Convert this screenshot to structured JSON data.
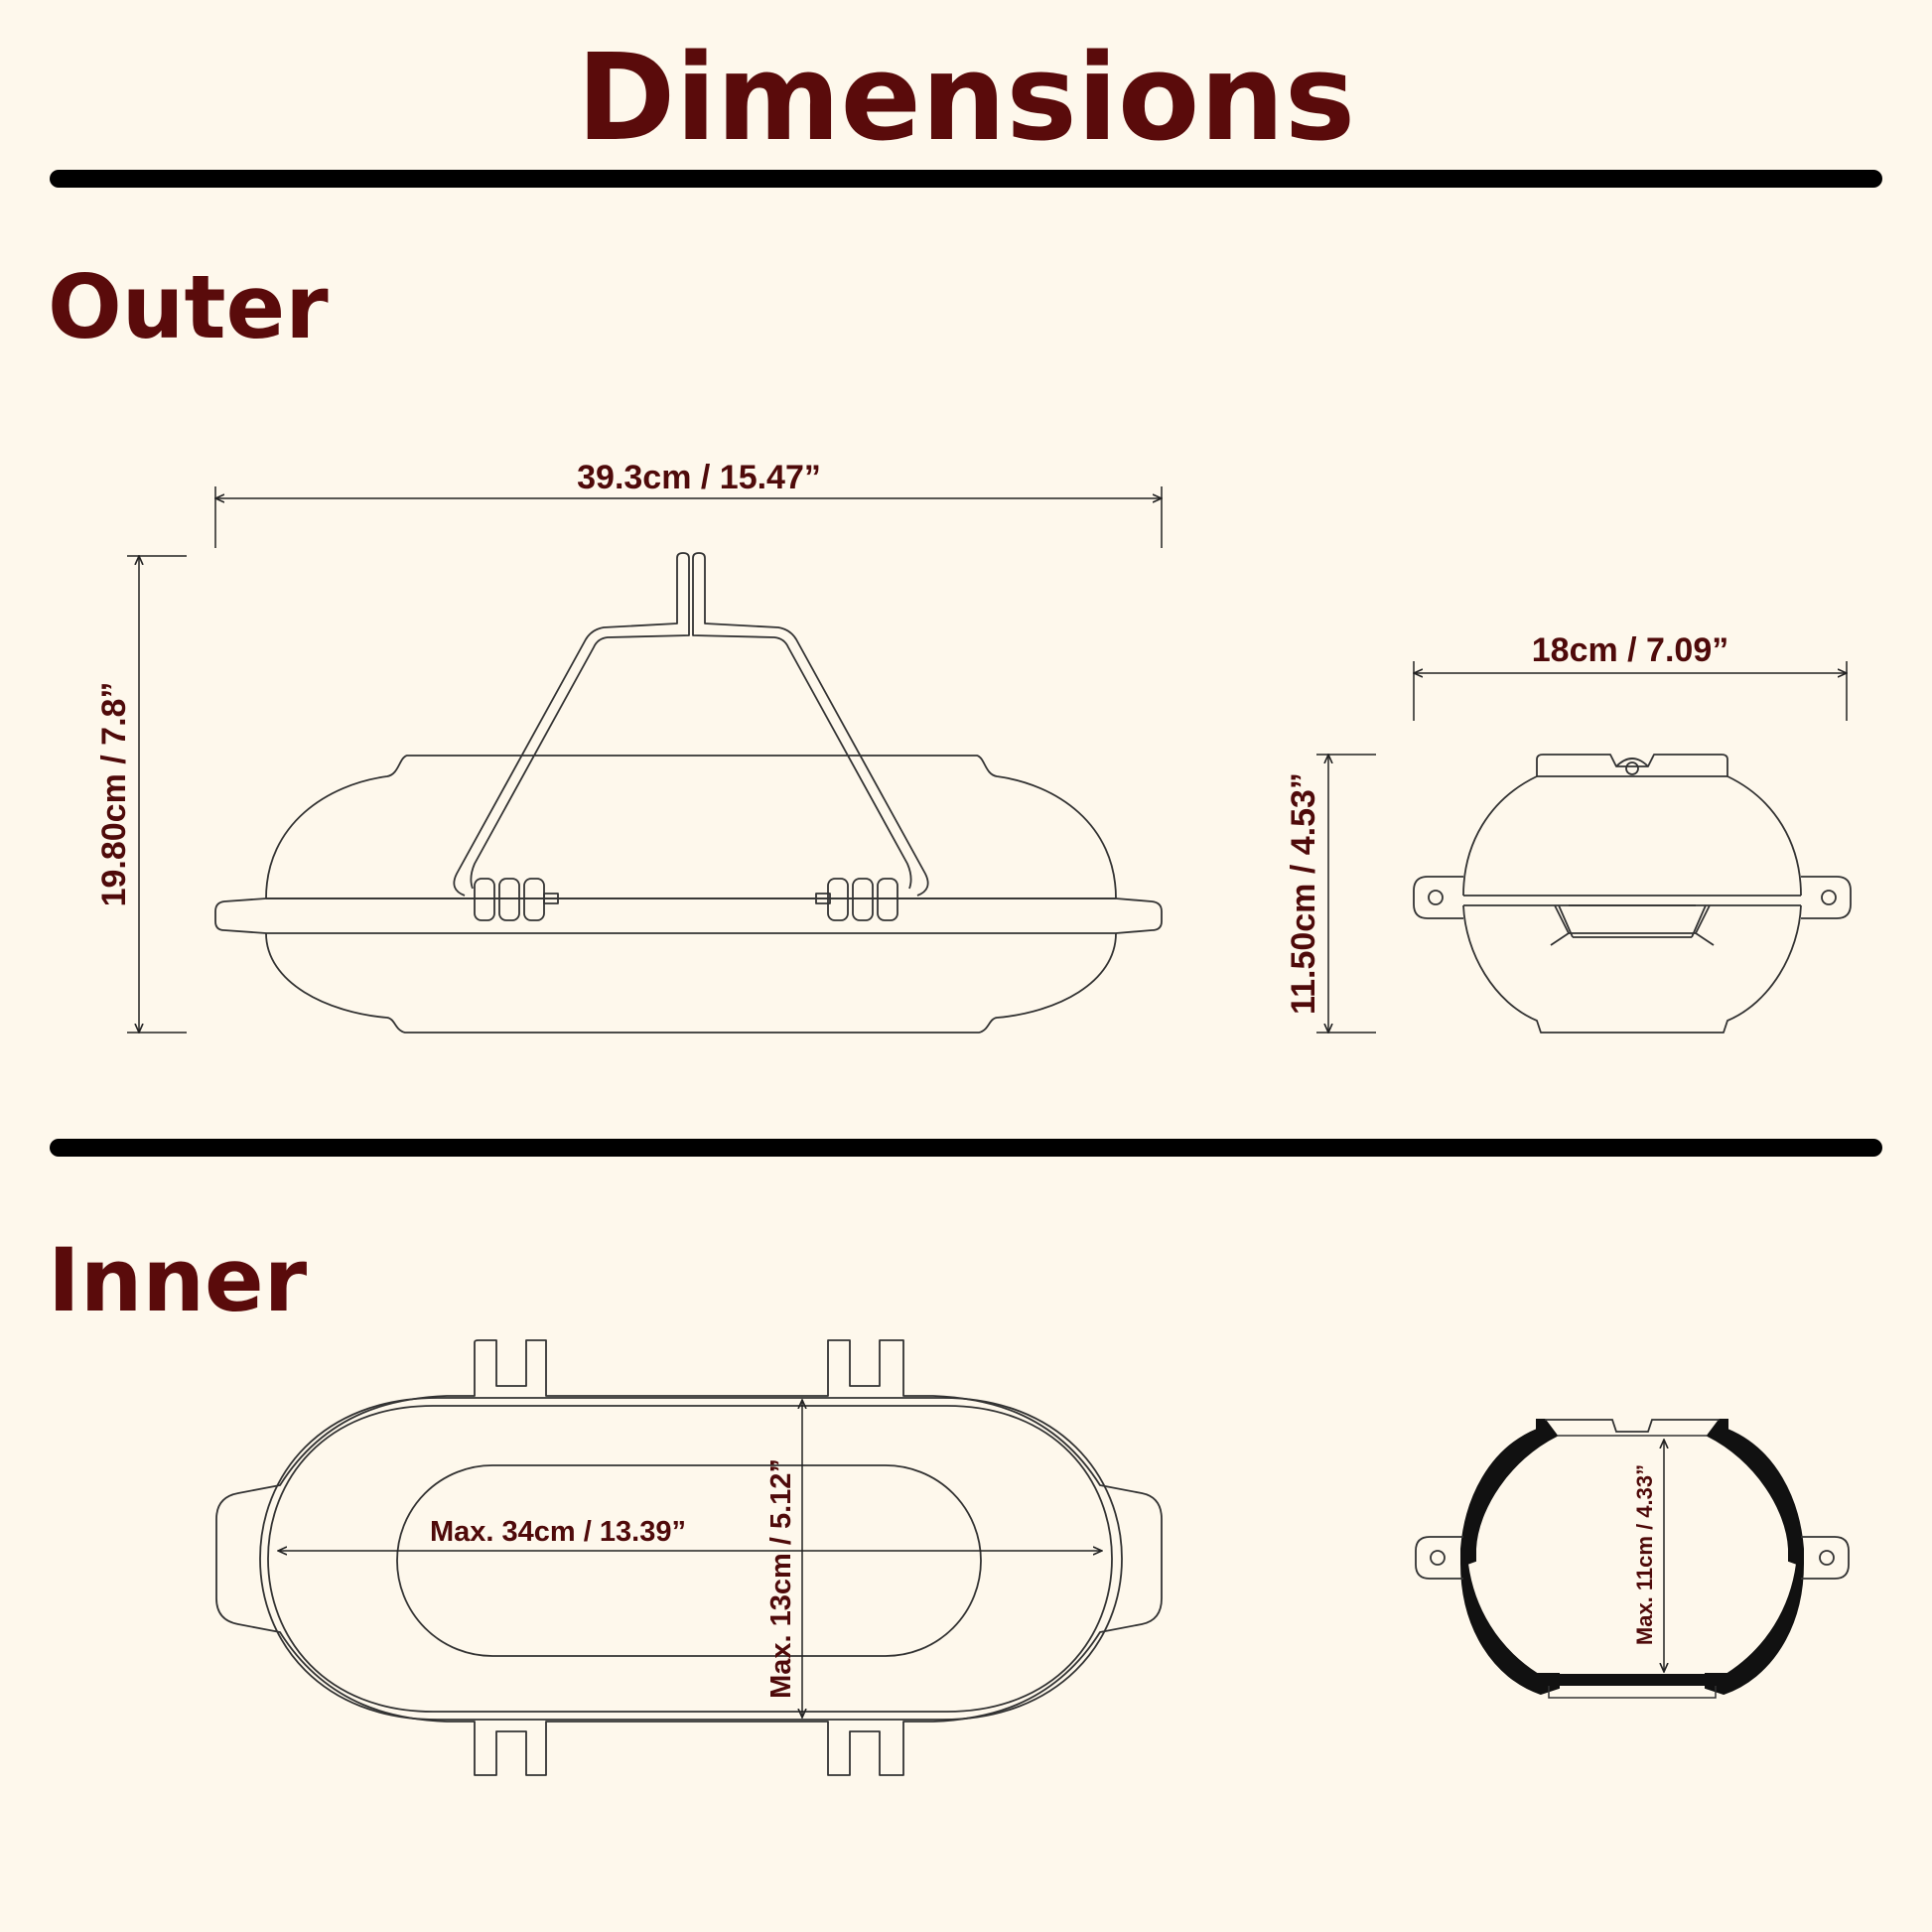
{
  "title": "Dimensions",
  "sections": {
    "outer": "Outer",
    "inner": "Inner"
  },
  "dimensions": {
    "outer_length": "39.3cm / 15.47”",
    "outer_height": "19.80cm / 7.8”",
    "outer_width": "18cm / 7.09”",
    "outer_side_height": "11.50cm / 4.53”",
    "inner_length": "Max. 34cm / 13.39”",
    "inner_width": "Max. 13cm / 5.12”",
    "inner_height": "Max. 11cm / 4.33”"
  },
  "colors": {
    "background": "#fef8ec",
    "heading": "#5a0b0b",
    "line": "#222222"
  }
}
